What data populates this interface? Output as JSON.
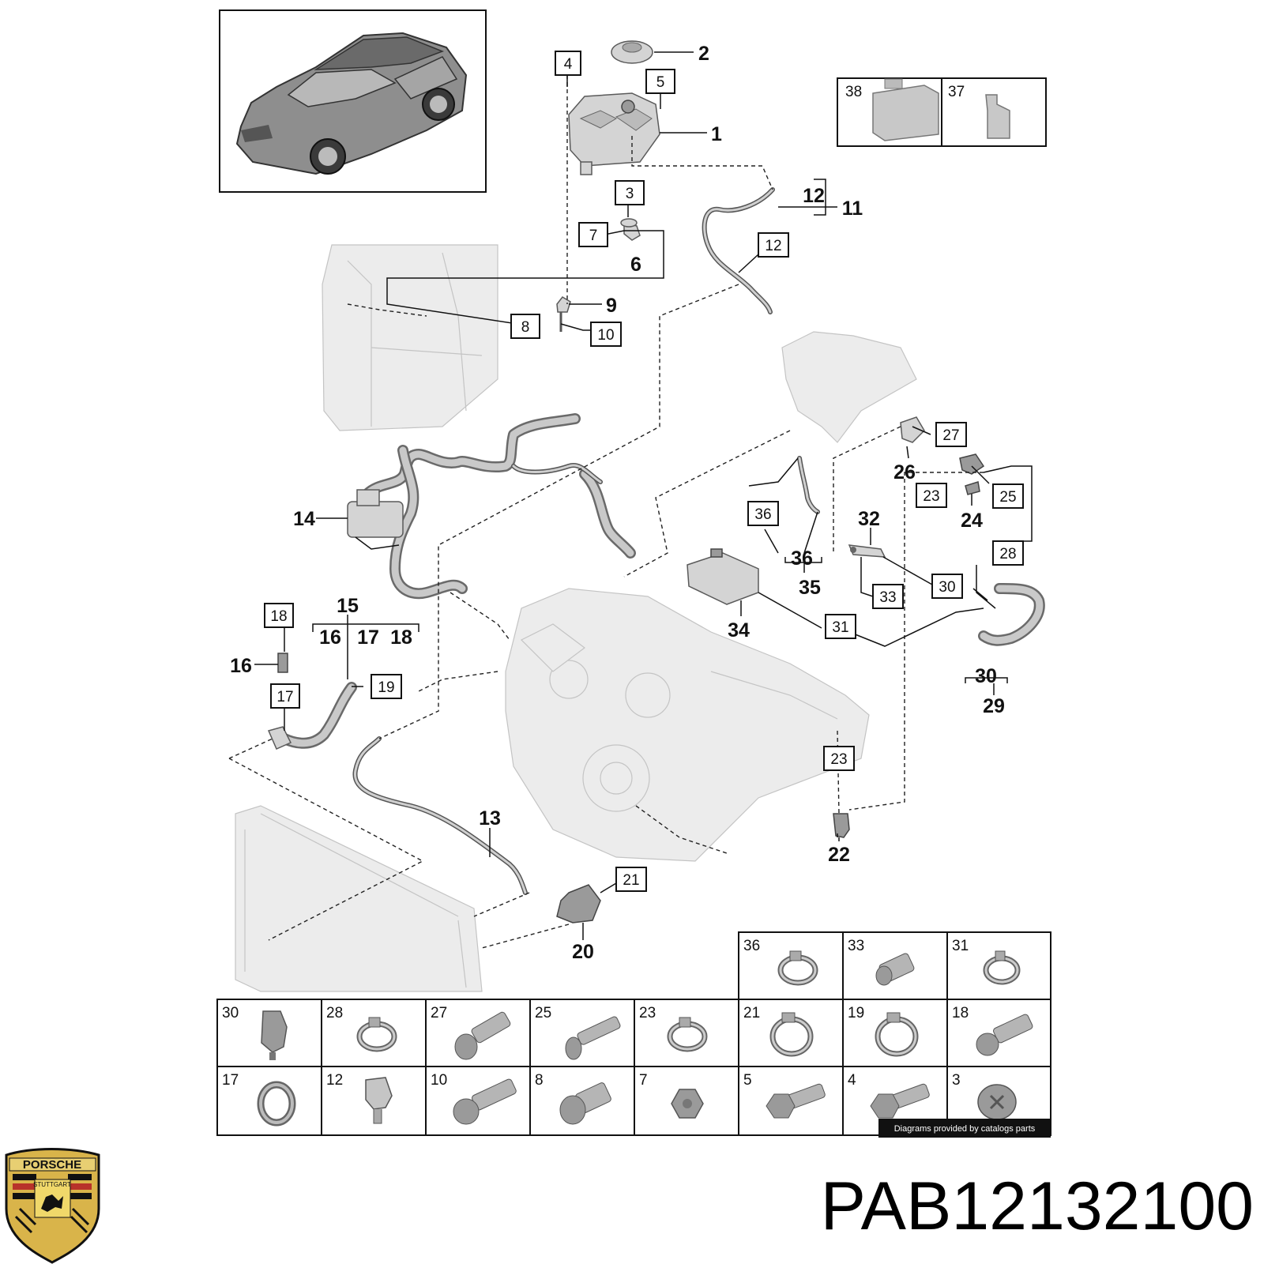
{
  "callouts": [
    {
      "id": "c1",
      "text": "1"
    },
    {
      "id": "c2",
      "text": "2"
    },
    {
      "id": "c6",
      "text": "6"
    },
    {
      "id": "c9",
      "text": "9"
    },
    {
      "id": "c11",
      "text": "11"
    },
    {
      "id": "c12b",
      "text": "12"
    },
    {
      "id": "c13",
      "text": "13"
    },
    {
      "id": "c14",
      "text": "14"
    },
    {
      "id": "c15",
      "text": "15"
    },
    {
      "id": "c16a",
      "text": "16"
    },
    {
      "id": "c16b",
      "text": "16"
    },
    {
      "id": "c17",
      "text": "17"
    },
    {
      "id": "c18",
      "text": "18"
    },
    {
      "id": "c20",
      "text": "20"
    },
    {
      "id": "c22",
      "text": "22"
    },
    {
      "id": "c24",
      "text": "24"
    },
    {
      "id": "c26",
      "text": "26"
    },
    {
      "id": "c29",
      "text": "29"
    },
    {
      "id": "c30",
      "text": "30"
    },
    {
      "id": "c32",
      "text": "32"
    },
    {
      "id": "c34",
      "text": "34"
    },
    {
      "id": "c35",
      "text": "35"
    },
    {
      "id": "c36",
      "text": "36"
    }
  ],
  "boxed_callouts": [
    {
      "id": "b3",
      "text": "3"
    },
    {
      "id": "b4",
      "text": "4"
    },
    {
      "id": "b5",
      "text": "5"
    },
    {
      "id": "b7",
      "text": "7"
    },
    {
      "id": "b8",
      "text": "8"
    },
    {
      "id": "b10",
      "text": "10"
    },
    {
      "id": "b12",
      "text": "12"
    },
    {
      "id": "b17",
      "text": "17"
    },
    {
      "id": "b18",
      "text": "18"
    },
    {
      "id": "b19",
      "text": "19"
    },
    {
      "id": "b21",
      "text": "21"
    },
    {
      "id": "b23a",
      "text": "23"
    },
    {
      "id": "b23b",
      "text": "23"
    },
    {
      "id": "b25",
      "text": "25"
    },
    {
      "id": "b27",
      "text": "27"
    },
    {
      "id": "b28",
      "text": "28"
    },
    {
      "id": "b30",
      "text": "30"
    },
    {
      "id": "b31",
      "text": "31"
    },
    {
      "id": "b33",
      "text": "33"
    },
    {
      "id": "b36",
      "text": "36"
    }
  ],
  "fluids_box": [
    {
      "num": "38",
      "icon": "canister-icon"
    },
    {
      "num": "37",
      "icon": "bottle-icon"
    }
  ],
  "parts_table": {
    "row0": [
      {
        "num": "36",
        "icon": "hose-clamp-icon"
      },
      {
        "num": "33",
        "icon": "bolt-icon"
      },
      {
        "num": "31",
        "icon": "hose-clamp-icon"
      }
    ],
    "row1": [
      {
        "num": "30",
        "icon": "clip-icon"
      },
      {
        "num": "28",
        "icon": "hose-clamp-icon"
      },
      {
        "num": "27",
        "icon": "bolt-icon"
      },
      {
        "num": "25",
        "icon": "bolt-icon"
      },
      {
        "num": "23",
        "icon": "hose-clamp-icon"
      },
      {
        "num": "21",
        "icon": "hose-clamp-icon"
      },
      {
        "num": "19",
        "icon": "hose-clamp-icon"
      },
      {
        "num": "18",
        "icon": "bolt-icon"
      }
    ],
    "row2": [
      {
        "num": "17",
        "icon": "o-ring-icon"
      },
      {
        "num": "12",
        "icon": "clip-icon"
      },
      {
        "num": "10",
        "icon": "bolt-icon"
      },
      {
        "num": "8",
        "icon": "nut-icon"
      },
      {
        "num": "7",
        "icon": "nut-icon"
      },
      {
        "num": "5",
        "icon": "bolt-icon"
      },
      {
        "num": "4",
        "icon": "bolt-icon"
      },
      {
        "num": "3",
        "icon": "plug-icon"
      }
    ]
  },
  "credit": "Diagrams provided by catalogs parts",
  "part_number": "PAB12132100",
  "logo": {
    "brand": "PORSCHE",
    "city": "STUTTGART",
    "icon": "porsche-crest-icon"
  }
}
